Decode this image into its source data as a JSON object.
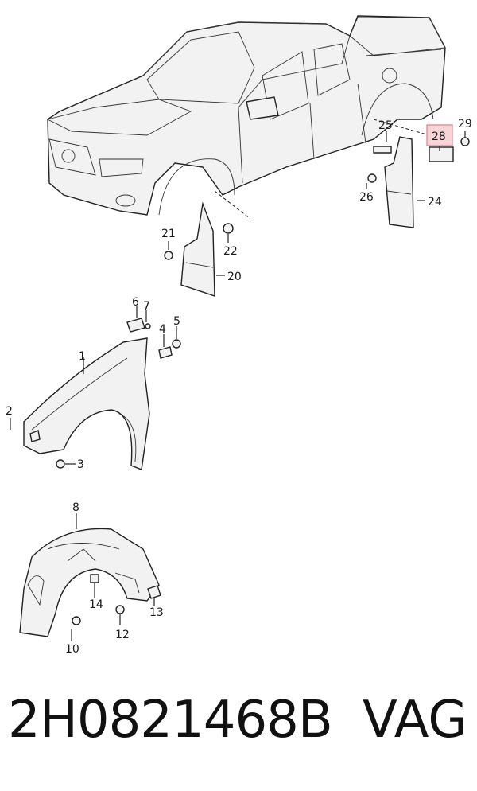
{
  "callouts": {
    "c1": "1",
    "c2": "2",
    "c3": "3",
    "c4": "4",
    "c5": "5",
    "c6": "6",
    "c7": "7",
    "c8": "8",
    "c10": "10",
    "c12": "12",
    "c13": "13",
    "c14": "14",
    "c20": "20",
    "c21": "21",
    "c22": "22",
    "c24": "24",
    "c25": "25",
    "c26": "26",
    "c28": "28",
    "c29": "29"
  },
  "highlight_color": "#f7d4d8",
  "footer": {
    "part_number": "2H0821468B",
    "brand": "VAG"
  }
}
